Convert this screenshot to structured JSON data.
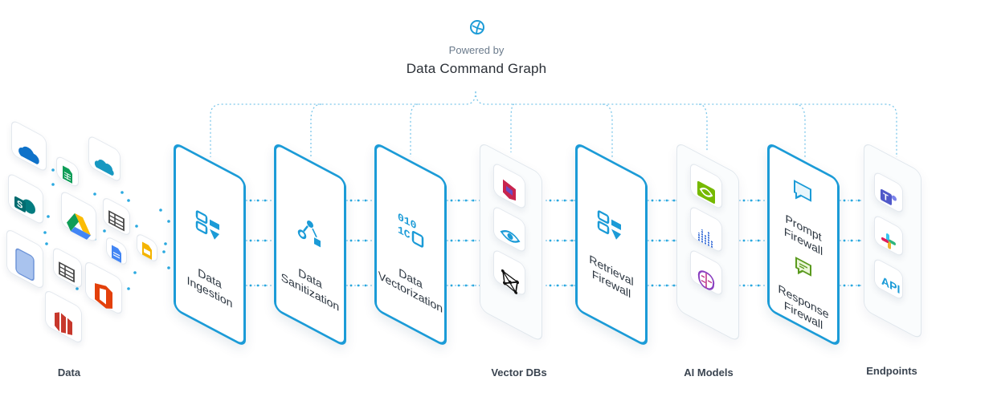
{
  "header": {
    "powered_by": "Powered by",
    "title": "Data Command Graph",
    "icon": "graph-logo-icon"
  },
  "stages": {
    "ingestion": "Data\nIngestion",
    "sanitization": "Data\nSanitization",
    "vectorization": "Data\nVectorization",
    "retrieval": "Retrieval\nFirewall",
    "prompt": "Prompt\nFirewall",
    "response": "Response\nFirewall"
  },
  "sections": {
    "data": "Data",
    "vector_dbs": "Vector DBs",
    "ai_models": "AI Models",
    "endpoints": "Endpoints"
  },
  "endpoint_api": "API",
  "colors": {
    "accent": "#1b9bd7",
    "dots": "#2aa9e0",
    "dotted_lines": "#7cc7ea"
  }
}
